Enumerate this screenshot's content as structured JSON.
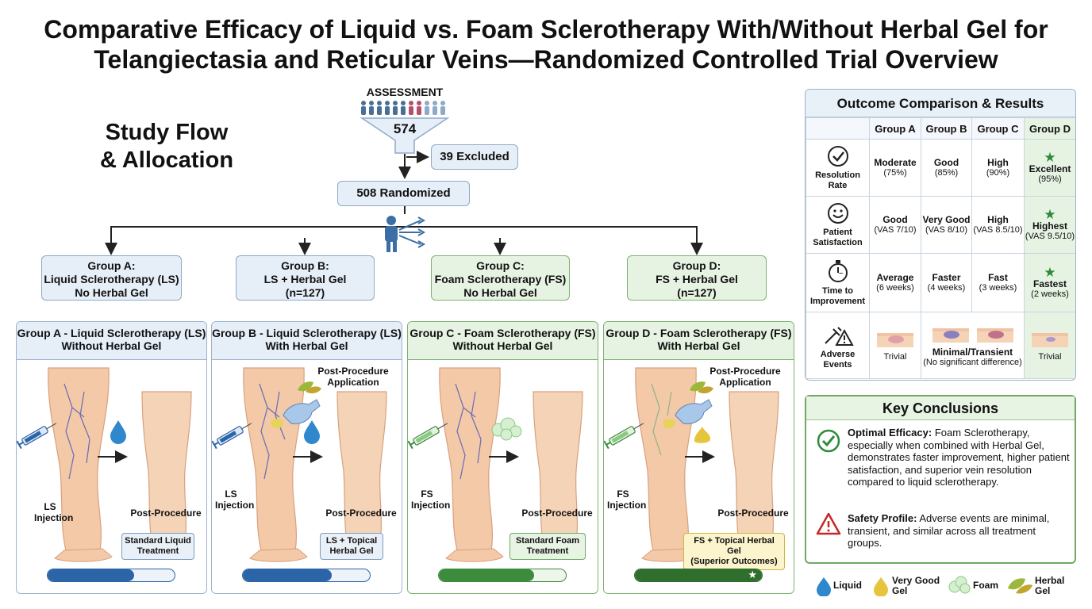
{
  "title": {
    "line1": "Comparative Efficacy of Liquid vs. Foam Sclerotherapy With/Without Herbal Gel for",
    "line2": "Telangiectasia and Reticular Veins—Randomized Controlled Trial Overview"
  },
  "flow": {
    "heading_line1": "Study Flow",
    "heading_line2": "& Allocation",
    "assessment_label": "ASSESSMENT",
    "assessment_count": "574",
    "excluded": "39 Excluded",
    "randomized": "508 Randomized"
  },
  "groups": [
    {
      "line1": "Group A:",
      "line2": "Liquid Sclerotherapy (LS)",
      "line3": "No Herbal Gel"
    },
    {
      "line1": "Group B:",
      "line2": "LS + Herbal Gel",
      "line3": "(n=127)"
    },
    {
      "line1": "Group C:",
      "line2": "Foam Sclerotherapy (FS)",
      "line3": "No Herbal Gel"
    },
    {
      "line1": "Group D:",
      "line2": "FS + Herbal Gel",
      "line3": "(n=127)"
    }
  ],
  "panels": [
    {
      "title1": "Group A - Liquid Sclerotherapy (LS)",
      "title2": "Without Herbal Gel",
      "injection1": "LS",
      "injection2": "Injection",
      "application1": "",
      "application2": "",
      "post": "Post-Procedure",
      "chip1": "Standard Liquid",
      "chip2": "Treatment",
      "progress": 0.68,
      "color": "#2c64a8"
    },
    {
      "title1": "Group B - Liquid Sclerotherapy (LS)",
      "title2": "With Herbal Gel",
      "injection1": "LS",
      "injection2": "Injection",
      "application1": "Post-Procedure",
      "application2": "Application",
      "post": "Post-Procedure",
      "chip1": "LS + Topical",
      "chip2": "Herbal Gel",
      "progress": 0.7,
      "color": "#2c64a8"
    },
    {
      "title1": "Group C - Foam Sclerotherapy (FS)",
      "title2": "Without Herbal Gel",
      "injection1": "FS",
      "injection2": "Injection",
      "application1": "",
      "application2": "",
      "post": "Post-Procedure",
      "chip1": "Standard Foam",
      "chip2": "Treatment",
      "progress": 0.75,
      "color": "#3d8b3d"
    },
    {
      "title1": "Group D - Foam Sclerotherapy (FS)",
      "title2": "With Herbal Gel",
      "injection1": "FS",
      "injection2": "Injection",
      "application1": "Post-Procedure",
      "application2": "Application",
      "post": "Post-Procedure",
      "chip1": "FS + Topical Herbal Gel",
      "chip2": "(Superior Outcomes)",
      "progress": 1.0,
      "color": "#2f6e2c"
    }
  ],
  "outcome": {
    "title": "Outcome Comparison & Results",
    "columns": [
      "Group A",
      "Group B",
      "Group C",
      "Group D"
    ],
    "rows": [
      {
        "label1": "Resolution",
        "label2": "Rate",
        "icon": "check-circle-icon",
        "cells": [
          [
            "Moderate",
            "(75%)"
          ],
          [
            "Good",
            "(85%)"
          ],
          [
            "High",
            "(90%)"
          ],
          [
            "Excellent",
            "(95%)"
          ]
        ]
      },
      {
        "label1": "Patient",
        "label2": "Satisfaction",
        "icon": "smiley-icon",
        "cells": [
          [
            "Good",
            "(VAS 7/10)"
          ],
          [
            "Very Good",
            "(VAS 8/10)"
          ],
          [
            "High",
            "(VAS 8.5/10)"
          ],
          [
            "Highest",
            "(VAS 9.5/10)"
          ]
        ]
      },
      {
        "label1": "Time to",
        "label2": "Improvement",
        "icon": "stopwatch-icon",
        "cells": [
          [
            "Average",
            "(6 weeks)"
          ],
          [
            "Faster",
            "(4 weeks)"
          ],
          [
            "Fast",
            "(3 weeks)"
          ],
          [
            "Fastest",
            "(2 weeks)"
          ]
        ]
      },
      {
        "label1": "Adverse",
        "label2": "Events",
        "icon": "syringe-warning-icon",
        "cells": [
          [
            "Trivial"
          ],
          [
            "Minimal/Transient",
            "(No significant difference)"
          ],
          [
            "Trivial"
          ]
        ]
      }
    ]
  },
  "conclusions": {
    "title": "Key Conclusions",
    "efficacy_label": "Optimal Efficacy:",
    "efficacy_text": "Foam Sclerotherapy, especially when combined with Herbal Gel, demonstrates faster improvement, higher patient satisfaction, and superior vein resolution compared to liquid sclerotherapy.",
    "safety_label": "Safety Profile:",
    "safety_text": "Adverse events are minimal, transient, and similar across all treatment groups."
  },
  "legend": [
    {
      "label1": "Liquid",
      "label2": "",
      "icon": "droplet-icon"
    },
    {
      "label1": "Very Good",
      "label2": "Gel",
      "icon": "gel-icon"
    },
    {
      "label1": "Foam",
      "label2": "",
      "icon": "foam-icon"
    },
    {
      "label1": "Herbal",
      "label2": "Gel",
      "icon": "leaf-icon"
    }
  ],
  "colors": {
    "blue": "#2c64a8",
    "green": "#3d8b3d",
    "dark_green": "#2f6e2c",
    "light_blue": "#e6eef8",
    "light_green": "#e6f3e2",
    "skin": "#f3c9a8"
  }
}
